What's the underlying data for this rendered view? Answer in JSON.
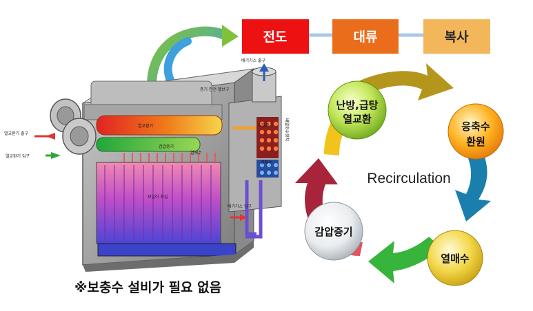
{
  "modes": {
    "conduction": "전도",
    "convection": "대류",
    "radiation": "복사"
  },
  "cycle": {
    "center_label": "Recirculation",
    "steps": [
      {
        "line1": "난방,급탕",
        "line2": "열교환"
      },
      {
        "line1": "응축수",
        "line2": "환원"
      },
      {
        "line1": "열매수",
        "line2": ""
      },
      {
        "line1": "감압증기",
        "line2": ""
      }
    ]
  },
  "boiler": {
    "exhaust_outlet": "배기가스 출구",
    "steam_outlet": "증기 안전 밸브구",
    "hx_outlet": "열교환기 출구",
    "hx_inlet": "열교환기 입구",
    "hx": "열교환기",
    "reduced_steam": "감압증기",
    "hot_water": "열매수",
    "furnace": "보일러 화실",
    "reduced_steam_right": "감압증기",
    "heat_medium": "열매수",
    "exhaust_recovery": "배열회수장치",
    "exhaust_inlet": "배기가스 입구"
  },
  "note": "※보충수 설비가 필요 없음",
  "colors": {
    "conduction": "#ee1111",
    "convection": "#ea6d1c",
    "radiation": "#f4b65a",
    "connector": "#a9c9ec"
  }
}
